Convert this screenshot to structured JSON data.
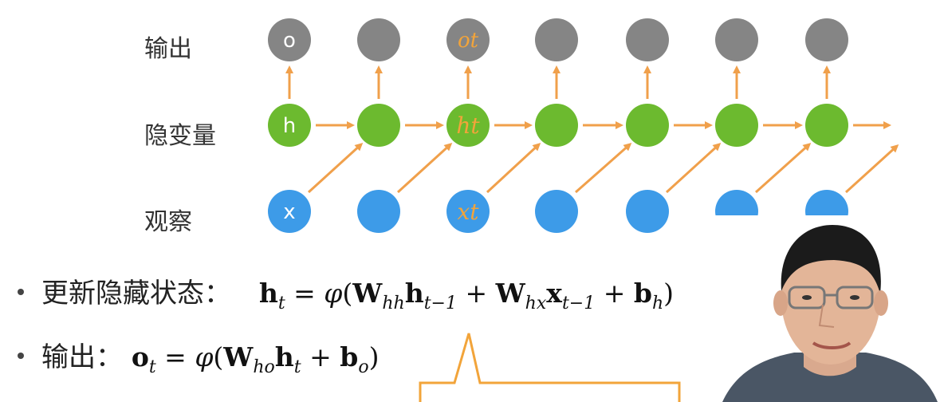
{
  "labels": {
    "output": "输出",
    "hidden": "隐变量",
    "observe": "观察"
  },
  "node_text": {
    "output": "o",
    "hidden": "h",
    "input": "x",
    "output_hand": "ot",
    "hidden_hand": "ht",
    "input_hand": "xt"
  },
  "colors": {
    "output_node": "#858585",
    "hidden_node": "#6cba2f",
    "input_node": "#3d9be8",
    "arrow": "#f0a04b",
    "handwriting": "#f2a43a"
  },
  "equations": {
    "state_label": "更新隐藏状态：",
    "state_formula": "h_t = φ(W_hh h_{t−1} + W_hx x_{t−1} + b_h)",
    "output_label": "输出：",
    "output_formula": "o_t = φ(W_ho h_t + b_o)"
  }
}
